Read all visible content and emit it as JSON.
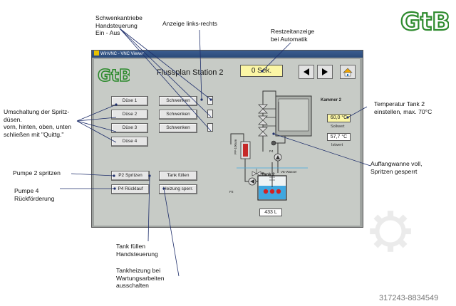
{
  "brand": {
    "logo_text": "GtB",
    "color": "#2e8b2e"
  },
  "vnc": {
    "title": "WinVNC - VNC Viewer",
    "screen_title": "Flussplan Station 2",
    "timer": "0 Sek.",
    "nozzle_buttons": [
      "Düse 1",
      "Düse 2",
      "Düse 3",
      "Düse 4"
    ],
    "swivel_buttons": [
      "Schwenken",
      "Schwenken",
      "Schwenken"
    ],
    "pump_buttons": [
      "P2 Spritzen",
      "P4 Rücklauf"
    ],
    "tank_buttons": [
      "Tank füllen",
      "Heizung sperr."
    ],
    "chamber_label": "Kammer 2",
    "setpoint_value": "60,0 °C",
    "setpoint_label": "Sollwert",
    "actual_value": "57,7 °C",
    "actual_label": "Istwert",
    "tank_label": "Tank 2",
    "water_label": "VE-Wasser",
    "tank_level": "433 L",
    "pump2_label": "P2",
    "pump4_label": "P4",
    "filter_label": "PP-100um",
    "colors": {
      "screen_bg": "#c7cbc6",
      "timer_bg": "#fbf6a5",
      "water": "#3fa7e0",
      "heater": "#d42020"
    }
  },
  "annotations": {
    "swivel": "Schwenkantriebe\nHandsteuerung\nEin - Aus",
    "left_right": "Anzeige links-rechts",
    "remaining_time": "Restzeitanzeige\nbei Automatik",
    "switch_nozzles": "Umschaltung der Spritz-\ndüsen.\nvorn, hinten, oben, unten\nschließen mit \"Quittg.\"",
    "temperature": "Temperatur Tank 2\neinstellen, max. 70°C",
    "pump2": "Pumpe 2 spritzen",
    "pump4": "Pumpe 4\nRückförderung",
    "drip_tray": "Auffangwanne voll,\nSpritzen gesperrt",
    "tank_fill": "Tank füllen\nHandsteuerung",
    "tank_heat": "Tankheizung bei\nWartungsarbeiten\nausschalten"
  },
  "watermark_id": "317243-8834549"
}
